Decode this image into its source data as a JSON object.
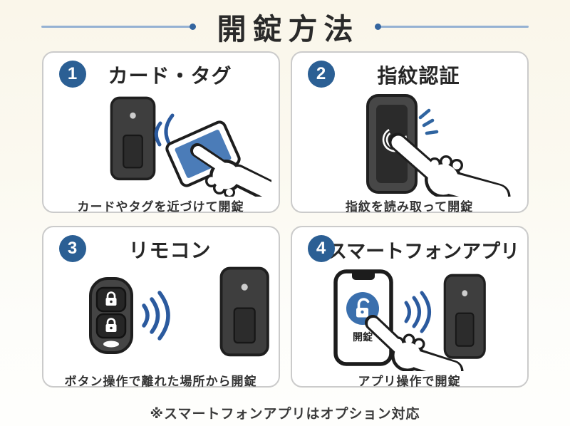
{
  "page": {
    "title": "開錠方法",
    "footnote": "※スマートフォンアプリはオプション対応"
  },
  "colors": {
    "background_cream": "#fbf8ee",
    "header_rule_blue": "#95b1d3",
    "header_dot_blue": "#34659f",
    "badge_blue": "#2b5f94",
    "signal_wave_blue": "#2b5a9e",
    "card_blue": "#4b7cb8",
    "app_circle_blue": "#3a6fad",
    "device_body_gray": "#3e3e3e",
    "device_button_gray": "#2c2c2c",
    "panel_border_gray": "#cbcbcb",
    "text_dark": "#2a2a2a"
  },
  "panels": [
    {
      "number": "1",
      "title": "カード・タグ",
      "caption": "カードやタグを近づけて開錠",
      "illustration": "card-tag-unlock"
    },
    {
      "number": "2",
      "title": "指紋認証",
      "caption": "指紋を読み取って開錠",
      "illustration": "fingerprint-unlock"
    },
    {
      "number": "3",
      "title": "リモコン",
      "caption": "ボタン操作で離れた場所から開錠",
      "illustration": "remote-control-unlock"
    },
    {
      "number": "4",
      "title": "スマートフォンアプリ",
      "caption": "アプリ操作で開錠",
      "illustration": "smartphone-app-unlock",
      "app_button_label": "開錠"
    }
  ]
}
